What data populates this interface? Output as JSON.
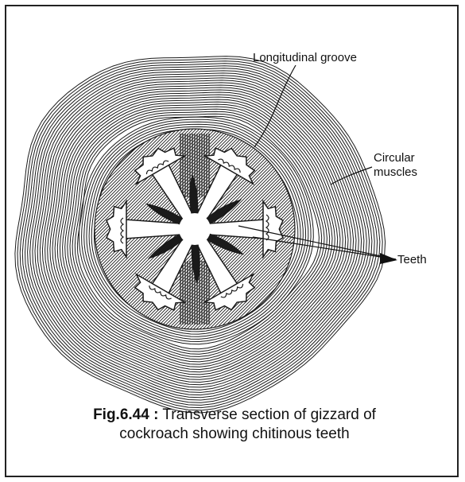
{
  "labels": {
    "longitudinal_groove": "Longitudinal groove",
    "circular_muscles_line1": "Circular",
    "circular_muscles_line2": "muscles",
    "teeth": "Teeth"
  },
  "caption": {
    "number": "Fig.6.44 :",
    "text_line1": " Transverse section of gizzard of",
    "text_line2": "cockroach showing chitinous teeth"
  },
  "colors": {
    "ink": "#1a1a1a",
    "background": "#ffffff"
  }
}
